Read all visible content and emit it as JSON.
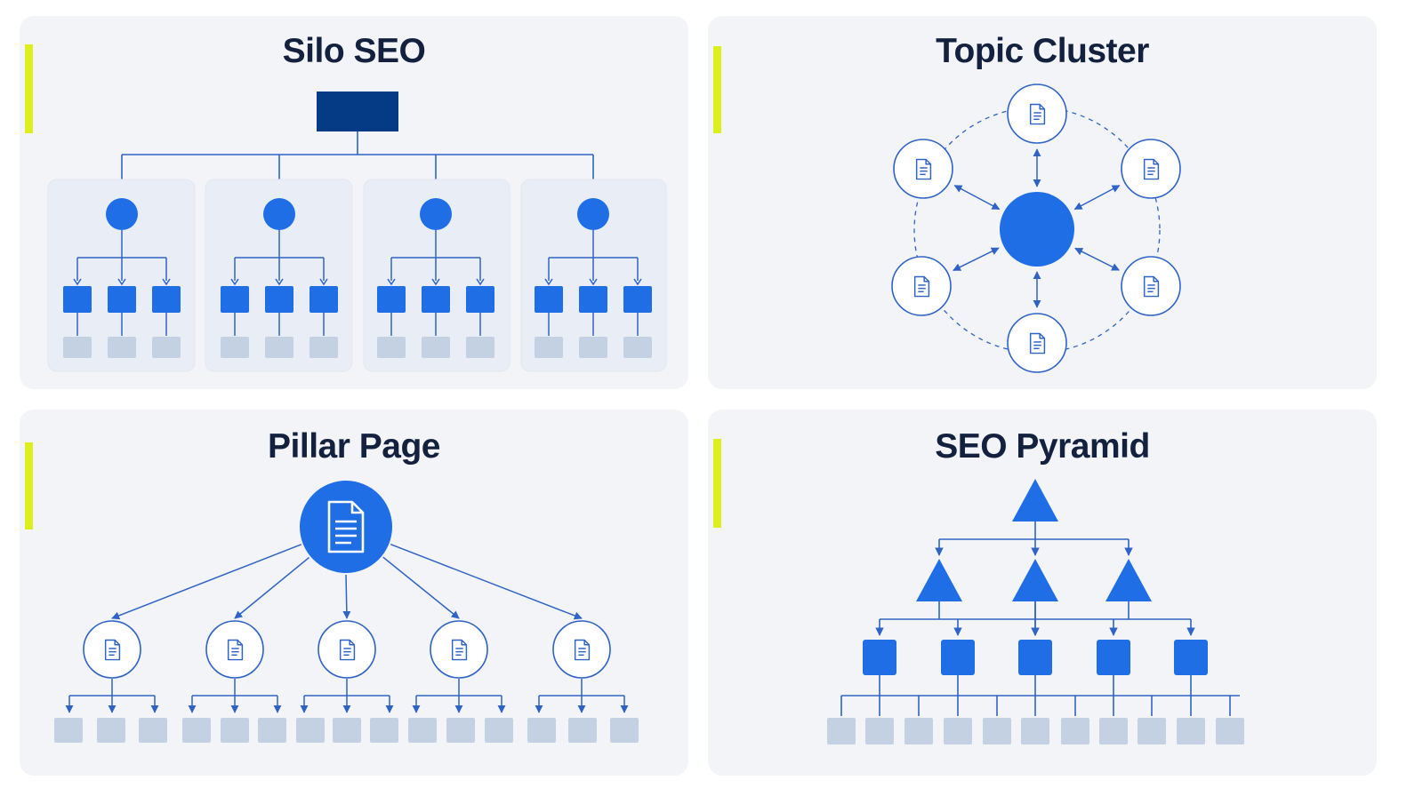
{
  "colors": {
    "panel_bg": "#f2f4f7",
    "accent": "#dcef1e",
    "title": "#13213f",
    "navy": "#053a85",
    "blue": "#1f6ee6",
    "line": "#2f63c6",
    "leaf": "#c4d1e3",
    "group_bg": "#e9eef6",
    "white": "#ffffff"
  },
  "panels": {
    "silo": {
      "title": "Silo SEO"
    },
    "cluster": {
      "title": "Topic Cluster"
    },
    "pillar": {
      "title": "Pillar Page"
    },
    "pyramid": {
      "title": "SEO Pyramid"
    }
  },
  "icons": {
    "page": "document-icon",
    "pillar": "large-document-icon"
  }
}
